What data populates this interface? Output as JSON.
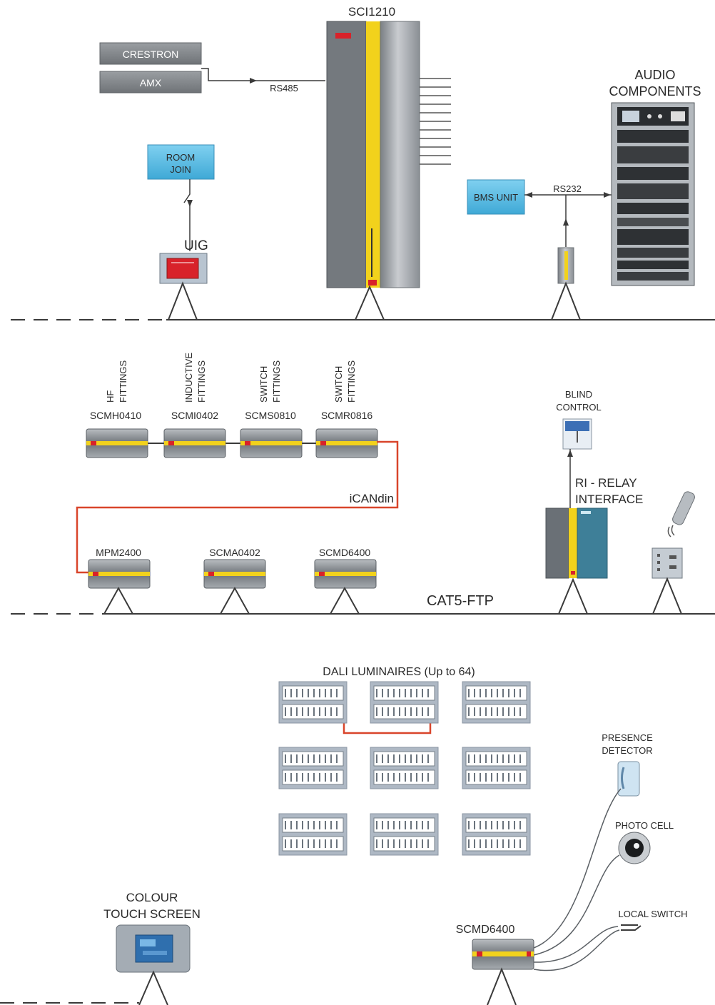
{
  "colors": {
    "bus": "#3a3a3a",
    "ican": "#d9452b",
    "accent": "#f2d21c",
    "led": "#d8222a",
    "device_face": "#8c9196",
    "blue_box": "#5fc0e6"
  },
  "top": {
    "controller": "SCI1210",
    "crestron": "CRESTRON",
    "amx": "AMX",
    "rs485": "RS485",
    "room_join": [
      "ROOM",
      "JOIN"
    ],
    "uig": "UIG",
    "bms_unit": "BMS UNIT",
    "rs232": "RS232",
    "audio": [
      "AUDIO",
      "COMPONENTS"
    ]
  },
  "middle": {
    "module_types": [
      [
        "HF",
        "FITTINGS"
      ],
      [
        "INDUCTIVE",
        "FITTINGS"
      ],
      [
        "SWITCH",
        "FITTINGS"
      ],
      [
        "SWITCH",
        "FITTINGS"
      ]
    ],
    "modules": [
      "SCMH0410",
      "SCMI0402",
      "SCMS0810",
      "SCMR0816"
    ],
    "ican": "iCANdin",
    "bus_devices": [
      "MPM2400",
      "SCMA0402",
      "SCMD6400"
    ],
    "cat5": "CAT5-FTP",
    "blind_control": [
      "BLIND",
      "CONTROL"
    ],
    "relay_interface": [
      "RI - RELAY",
      "INTERFACE"
    ]
  },
  "bottom": {
    "dali": "DALI LUMINAIRES (Up to 64)",
    "presence": [
      "PRESENCE",
      "DETECTOR"
    ],
    "photo_cell": "PHOTO CELL",
    "local_switch": "LOCAL SWITCH",
    "dimmer": "SCMD6400",
    "touch_screen": [
      "COLOUR",
      "TOUCH SCREEN"
    ]
  }
}
